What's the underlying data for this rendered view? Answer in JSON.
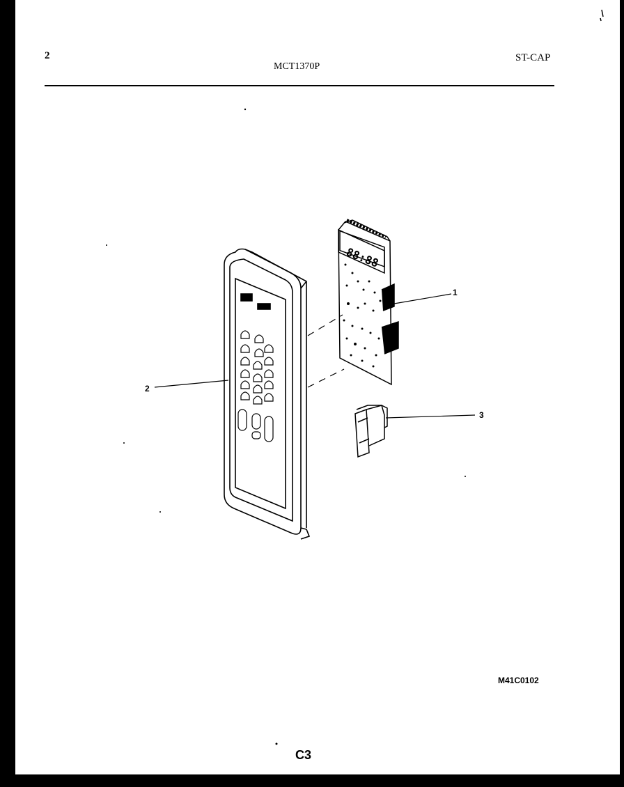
{
  "header": {
    "page_number": "2",
    "model_number": "MCT1370P",
    "category": "ST-CAP"
  },
  "footer": {
    "drawing_code": "M41C0102",
    "page_code": "C3"
  },
  "callouts": [
    {
      "number": "1",
      "part": "circuit board with display"
    },
    {
      "number": "2",
      "part": "control panel with keypad"
    },
    {
      "number": "3",
      "part": "switch clip"
    }
  ],
  "display_digits": "88:88",
  "colors": {
    "ink": "#000000",
    "paper": "#ffffff",
    "border": "#000000"
  }
}
